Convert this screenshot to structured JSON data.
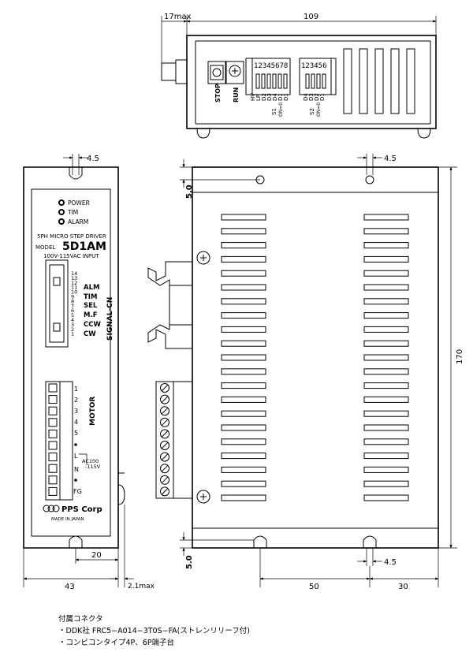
{
  "dims": {
    "top_17max": "17max",
    "top_109": "109",
    "left_45": "4.5",
    "right_45_top": "4.5",
    "right_45_bottom": "4.5",
    "h_50_top": "5.0",
    "h_50_bottom": "5.0",
    "h_170": "170",
    "w_20": "20",
    "w_43": "43",
    "w_21max": "2.1max",
    "w_50": "50",
    "w_30": "30"
  },
  "top_view": {
    "stop_label": "STOP",
    "run_label": "RUN",
    "dip1_numbers": "12345678",
    "dip2_numbers": "123456",
    "s1_label": "S1",
    "s2_label": "S2",
    "on_label": "ON=0",
    "dip1_func": "HV, LP, D2, D3, D4, D1, D1",
    "dip2_func": "D4, D3, D2, D1"
  },
  "front": {
    "led_power": "POWER",
    "led_tim": "TIM",
    "led_alarm": "ALARM",
    "product": "5PH MICRO STEP DRIVER",
    "model_prefix": "MODEL",
    "model": "5D1AM",
    "input": "100V-115VAC INPUT",
    "signal_pins": [
      "14",
      "13",
      "12",
      "11",
      "10",
      "9",
      "8",
      "7",
      "6",
      "5",
      "4",
      "3",
      "2",
      "1"
    ],
    "signal_names": {
      "alm": "ALM",
      "tim": "TIM",
      "sel": "SEL",
      "mf": "M.F",
      "ccw": "CCW",
      "cw": "CW"
    },
    "signal_cn": "SIGNAL-CN",
    "motor_pins": [
      "1",
      "2",
      "3",
      "4",
      "5"
    ],
    "motor_label": "MOTOR",
    "power_l": "L",
    "power_n": "N",
    "ac_label": "AC100",
    "ac_label2": "-115V",
    "fg_label": "FG",
    "brand": "PPS Corp",
    "made_in": "MADE IN JAPAN"
  },
  "notes": {
    "title": "付属コネクタ",
    "line1": "・DDK社 FRC5−A014−3T0S−FA(ストレンリリーフ付)",
    "line2": "・コンビコンタイプ4P、6P端子台"
  }
}
